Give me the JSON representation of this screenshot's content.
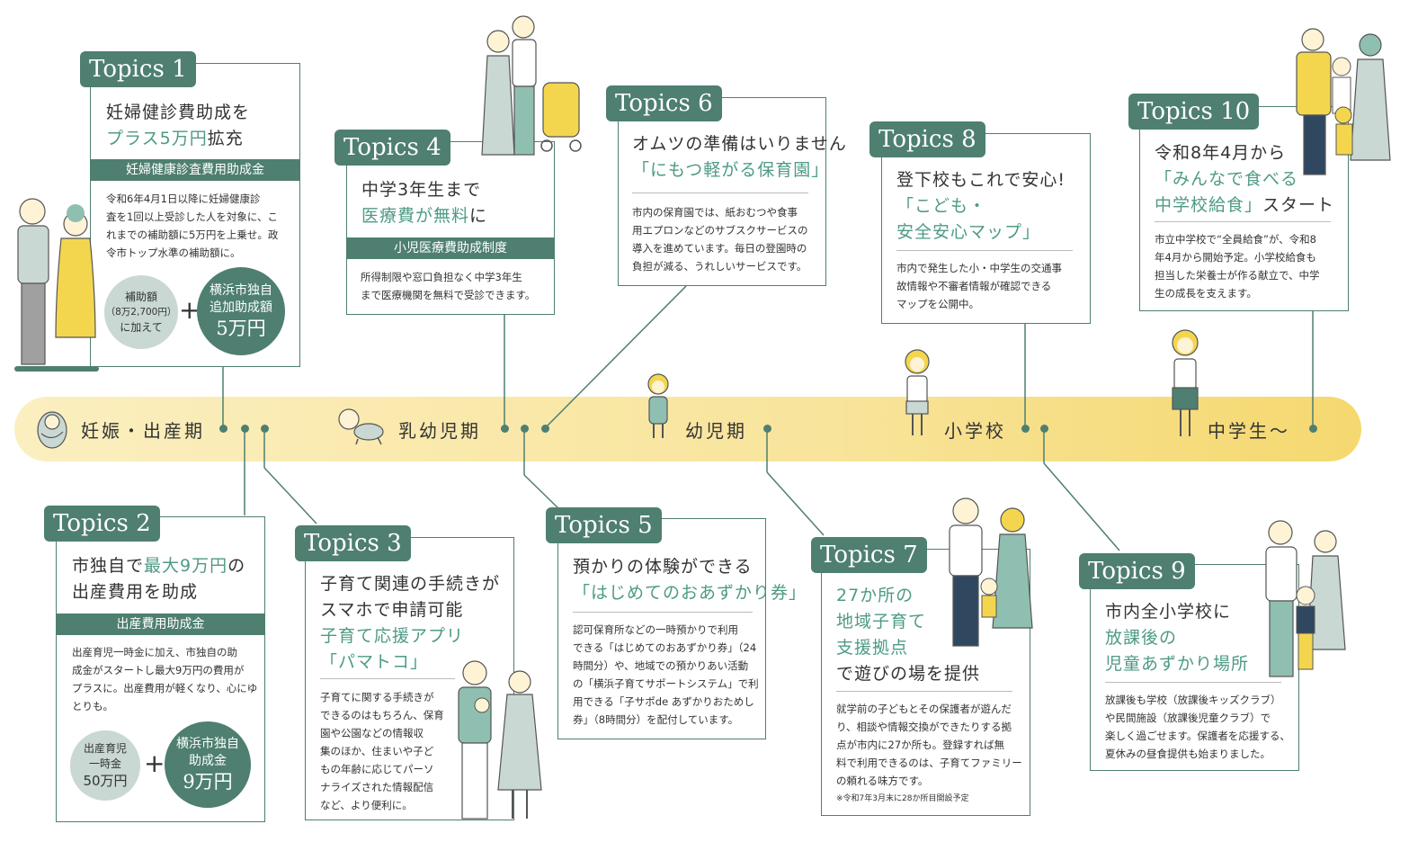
{
  "timeline": {
    "stages": [
      "妊娠・出産期",
      "乳幼児期",
      "幼児期",
      "小学校",
      "中学生〜"
    ]
  },
  "topics": {
    "t1": {
      "tag": "Topics 1",
      "title_l1": "妊婦健診費助成を",
      "title_l2_green": "プラス5万円",
      "title_l2_rest": "拡充",
      "band": "妊婦健康診査費用助成金",
      "body": [
        "令和6年4月1日以降に妊婦健康診",
        "査を1回以上受診した人を対象に、こ",
        "れまでの補助額に5万円を上乗せ。政",
        "令市トップ水準の補助額に。"
      ],
      "circle_left": [
        "補助額",
        "（8万2,700円）",
        "に加えて"
      ],
      "circle_right_l1": "横浜市独自",
      "circle_right_l2": "追加助成額",
      "circle_right_big": "5万円"
    },
    "t2": {
      "tag": "Topics 2",
      "title_l1_pre": "市独自で",
      "title_l1_green": "最大9万円",
      "title_l1_post": "の",
      "title_l2": "出産費用を助成",
      "band": "出産費用助成金",
      "body": [
        "出産育児一時金に加え、市独自の助",
        "成金がスタートし最大9万円の費用が",
        "プラスに。出産費用が軽くなり、心にゆ",
        "とりも。"
      ],
      "circle_left_l1": "出産育児",
      "circle_left_l2": "一時金",
      "circle_left_big": "50万円",
      "circle_right_l1": "横浜市独自",
      "circle_right_l2": "助成金",
      "circle_right_big": "9万円"
    },
    "t3": {
      "tag": "Topics 3",
      "title_l1": "子育て関連の手続きが",
      "title_l2": "スマホで申請可能",
      "title_l3_green": "子育て応援アプリ",
      "title_l4_green": "「パマトコ」",
      "body": [
        "子育てに関する手続きが",
        "できるのはもちろん、保育",
        "園や公園などの情報収",
        "集のほか、住まいや子ど",
        "もの年齢に応じてパーソ",
        "ナライズされた情報配信",
        "など、より便利に。"
      ]
    },
    "t4": {
      "tag": "Topics 4",
      "title_l1": "中学3年生まで",
      "title_l2_green": "医療費が無料",
      "title_l2_rest": "に",
      "band": "小児医療費助成制度",
      "body": [
        "所得制限や窓口負担なく中学3年生",
        "まで医療機関を無料で受診できます。"
      ]
    },
    "t5": {
      "tag": "Topics 5",
      "title_l1": "預かりの体験ができる",
      "title_l2_green": "「はじめてのおあずかり券」",
      "body": [
        "認可保育所などの一時預かりで利用",
        "できる「はじめてのおあずかり券」（24",
        "時間分）や、地域での預かりあい活動",
        "の「横浜子育てサポートシステム」で利",
        "用できる「子サポde あずかりおためし",
        "券」（8時間分）を配付しています。"
      ]
    },
    "t6": {
      "tag": "Topics 6",
      "title_l1": "オムツの準備はいりません",
      "title_l2_green": "「にもつ軽がる保育園」",
      "body": [
        "市内の保育園では、紙おむつや食事",
        "用エプロンなどのサブスクサービスの",
        "導入を進めています。毎日の登園時の",
        "負担が減る、うれしいサービスです。"
      ]
    },
    "t7": {
      "tag": "Topics 7",
      "title_l1_green": "27か所の",
      "title_l2_green": "地域子育て",
      "title_l3_green": "支援拠点",
      "title_l4": "で遊びの場を提供",
      "body": [
        "就学前の子どもとその保護者が遊んだ",
        "り、相談や情報交換ができたりする拠",
        "点が市内に27か所も。登録すれば無",
        "料で利用できるのは、子育てファミリー",
        "の頼れる味方です。"
      ],
      "note": "※令和7年3月末に28か所目開設予定"
    },
    "t8": {
      "tag": "Topics 8",
      "title_l1": "登下校もこれで安心!",
      "title_l2_green": "「こども・",
      "title_l3_green": "安全安心マップ」",
      "body": [
        "市内で発生した小・中学生の交通事",
        "故情報や不審者情報が確認できる",
        "マップを公開中。"
      ]
    },
    "t9": {
      "tag": "Topics 9",
      "title_l1": "市内全小学校に",
      "title_l2_green": "放課後の",
      "title_l3_green": "児童あずかり場所",
      "body": [
        "放課後も学校（放課後キッズクラブ）",
        "や民間施設（放課後児童クラブ）で",
        "楽しく過ごせます。保護者を応援する、",
        "夏休みの昼食提供も始まりました。"
      ]
    },
    "t10": {
      "tag": "Topics 10",
      "title_l1": "令和8年4月から",
      "title_l2_green": "「みんなで食べる",
      "title_l3_green": "中学校給食」",
      "title_l3_rest": "スタート",
      "body": [
        "市立中学校で“全員給食”が、令和8",
        "年4月から開始予定。小学校給食も",
        "担当した栄養士が作る献立で、中学",
        "生の成長を支えます。"
      ]
    }
  },
  "colors": {
    "accent": "#4e7f70",
    "highlight": "#4e9a86",
    "timeline_band": "#f9e7a6",
    "illustration_yellow": "#f3d64e"
  }
}
